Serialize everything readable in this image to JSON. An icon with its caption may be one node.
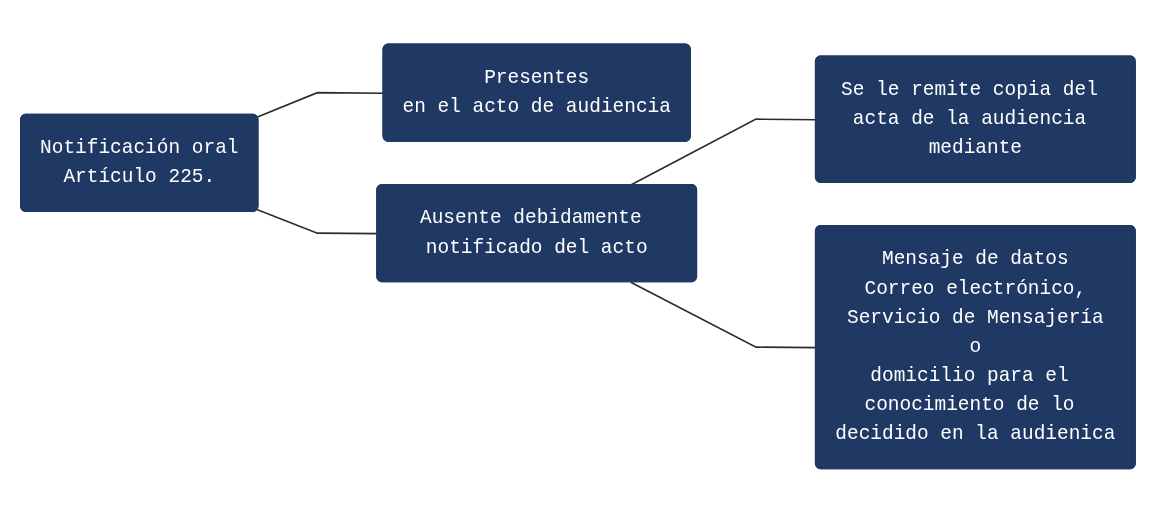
{
  "diagram": {
    "nodes": [
      {
        "text": [
          "Notificación oral",
          "Artículo 225."
        ]
      },
      {
        "text": [
          "Presentes",
          "en el acto de audiencia"
        ]
      },
      {
        "text": [
          "Ausente debidamente notificado del acto"
        ]
      },
      {
        "text": [
          "Se le remite copia del acta de la audiencia mediante"
        ]
      },
      {
        "text": [
          "Mensaje de datos",
          "Correo electrónico,",
          "Servicio de Mensajería",
          "o",
          "domicilio para el conocimiento de lo decidido en la audienica"
        ]
      }
    ],
    "edges": [
      {
        "from": 0,
        "to": 1,
        "arrow": "none"
      },
      {
        "from": 0,
        "to": 2,
        "arrow": "none"
      },
      {
        "from": 2,
        "to": 3,
        "arrow": "none"
      },
      {
        "from": 2,
        "to": 4,
        "arrow": "none"
      }
    ]
  }
}
